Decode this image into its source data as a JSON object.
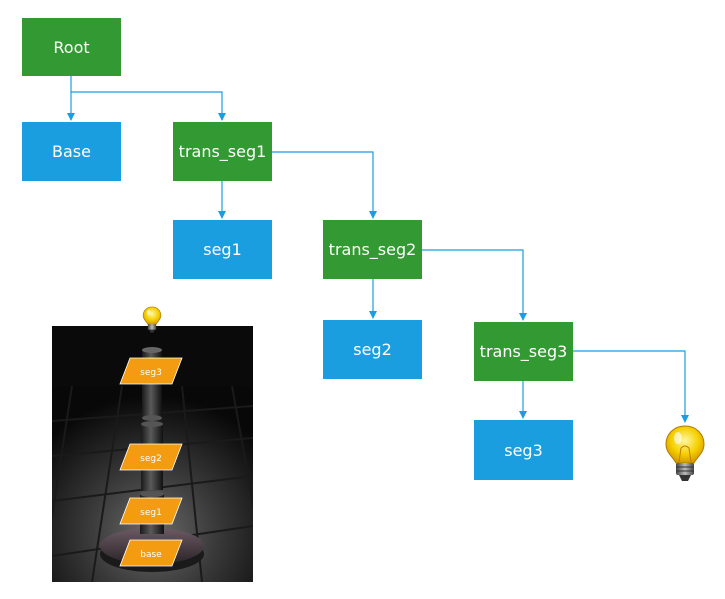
{
  "nodes": {
    "root": "Root",
    "base": "Base",
    "trans_seg1": "trans_seg1",
    "seg1": "seg1",
    "trans_seg2": "trans_seg2",
    "seg2": "seg2",
    "trans_seg3": "trans_seg3",
    "seg3": "seg3"
  },
  "render_labels": {
    "seg3": "seg3",
    "seg2": "seg2",
    "seg1": "seg1",
    "base": "base"
  },
  "colors": {
    "transform_node": "#339933",
    "geometry_node": "#1a9ee0",
    "edge": "#1a9ee0",
    "label_tag": "#f39c12"
  },
  "icons": [
    "lightbulb-icon"
  ]
}
